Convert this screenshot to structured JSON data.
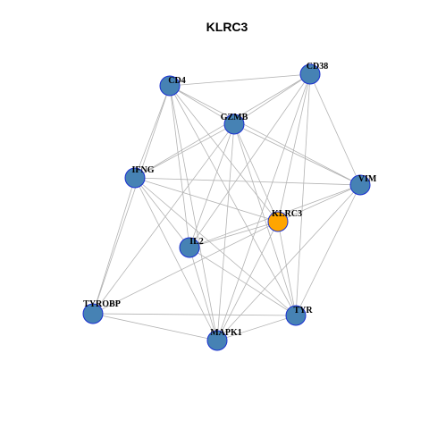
{
  "graph": {
    "title": "KLRC3",
    "colors": {
      "node_default": "#4682b4",
      "node_highlight": "#ffa500",
      "node_border": "#1a2fd1",
      "edge": "#b3b3b3"
    },
    "highlighted_node": "KLRC3",
    "nodes": [
      {
        "id": "CD4",
        "label": "CD4"
      },
      {
        "id": "CD38",
        "label": "CD38"
      },
      {
        "id": "GZMB",
        "label": "GZMB"
      },
      {
        "id": "IFNG",
        "label": "IFNG"
      },
      {
        "id": "VIM",
        "label": "VIM"
      },
      {
        "id": "KLRC3",
        "label": "KLRC3"
      },
      {
        "id": "IL2",
        "label": "IL2"
      },
      {
        "id": "TYROBP",
        "label": "TYROBP"
      },
      {
        "id": "TYR",
        "label": "TYR"
      },
      {
        "id": "MAPK1",
        "label": "MAPK1"
      }
    ],
    "edges": [
      [
        "CD4",
        "CD38"
      ],
      [
        "CD4",
        "GZMB"
      ],
      [
        "CD4",
        "IFNG"
      ],
      [
        "CD4",
        "VIM"
      ],
      [
        "CD4",
        "KLRC3"
      ],
      [
        "CD4",
        "IL2"
      ],
      [
        "CD4",
        "TYROBP"
      ],
      [
        "CD4",
        "TYR"
      ],
      [
        "CD4",
        "MAPK1"
      ],
      [
        "CD38",
        "GZMB"
      ],
      [
        "CD38",
        "IFNG"
      ],
      [
        "CD38",
        "VIM"
      ],
      [
        "CD38",
        "KLRC3"
      ],
      [
        "CD38",
        "IL2"
      ],
      [
        "CD38",
        "TYR"
      ],
      [
        "CD38",
        "MAPK1"
      ],
      [
        "GZMB",
        "IFNG"
      ],
      [
        "GZMB",
        "VIM"
      ],
      [
        "GZMB",
        "KLRC3"
      ],
      [
        "GZMB",
        "IL2"
      ],
      [
        "GZMB",
        "TYR"
      ],
      [
        "GZMB",
        "MAPK1"
      ],
      [
        "GZMB",
        "TYROBP"
      ],
      [
        "IFNG",
        "VIM"
      ],
      [
        "IFNG",
        "KLRC3"
      ],
      [
        "IFNG",
        "IL2"
      ],
      [
        "IFNG",
        "TYROBP"
      ],
      [
        "IFNG",
        "TYR"
      ],
      [
        "IFNG",
        "MAPK1"
      ],
      [
        "VIM",
        "KLRC3"
      ],
      [
        "VIM",
        "IL2"
      ],
      [
        "VIM",
        "TYR"
      ],
      [
        "VIM",
        "MAPK1"
      ],
      [
        "KLRC3",
        "IL2"
      ],
      [
        "KLRC3",
        "TYR"
      ],
      [
        "KLRC3",
        "MAPK1"
      ],
      [
        "KLRC3",
        "TYROBP"
      ],
      [
        "IL2",
        "TYR"
      ],
      [
        "IL2",
        "MAPK1"
      ],
      [
        "TYROBP",
        "TYR"
      ],
      [
        "TYROBP",
        "MAPK1"
      ],
      [
        "TYR",
        "MAPK1"
      ]
    ]
  }
}
